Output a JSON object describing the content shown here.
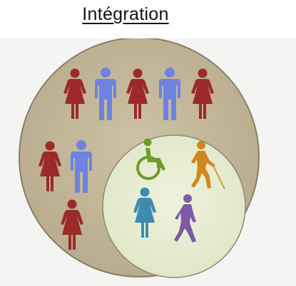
{
  "title": "Intégration",
  "colors": {
    "background": "#ffffff",
    "panel": "#f4f4f2",
    "outer_circle": "#c4b79a",
    "outer_circle_stroke": "#8a7d66",
    "inner_circle": "#e6ecd1",
    "inner_circle_stroke": "#8a8a78",
    "woman": "#9b2a28",
    "man": "#6f82e0",
    "wheelchair": "#6e9a2a",
    "blind": "#d2871e",
    "woman_inner": "#3f8bb0",
    "elderly": "#7e5aa6"
  },
  "figures": {
    "outer": [
      {
        "kind": "woman",
        "icon": "woman-icon"
      },
      {
        "kind": "man",
        "icon": "man-icon"
      },
      {
        "kind": "woman",
        "icon": "woman-icon"
      },
      {
        "kind": "man",
        "icon": "man-icon"
      },
      {
        "kind": "woman",
        "icon": "woman-icon"
      },
      {
        "kind": "woman",
        "icon": "woman-icon"
      },
      {
        "kind": "man",
        "icon": "man-icon"
      },
      {
        "kind": "woman",
        "icon": "woman-icon"
      }
    ],
    "inner": [
      {
        "kind": "wheelchair",
        "icon": "wheelchair-user-icon"
      },
      {
        "kind": "blind",
        "icon": "blind-person-with-cane-icon"
      },
      {
        "kind": "woman_inner",
        "icon": "woman-icon"
      },
      {
        "kind": "elderly",
        "icon": "elderly-person-walking-icon"
      }
    ]
  }
}
